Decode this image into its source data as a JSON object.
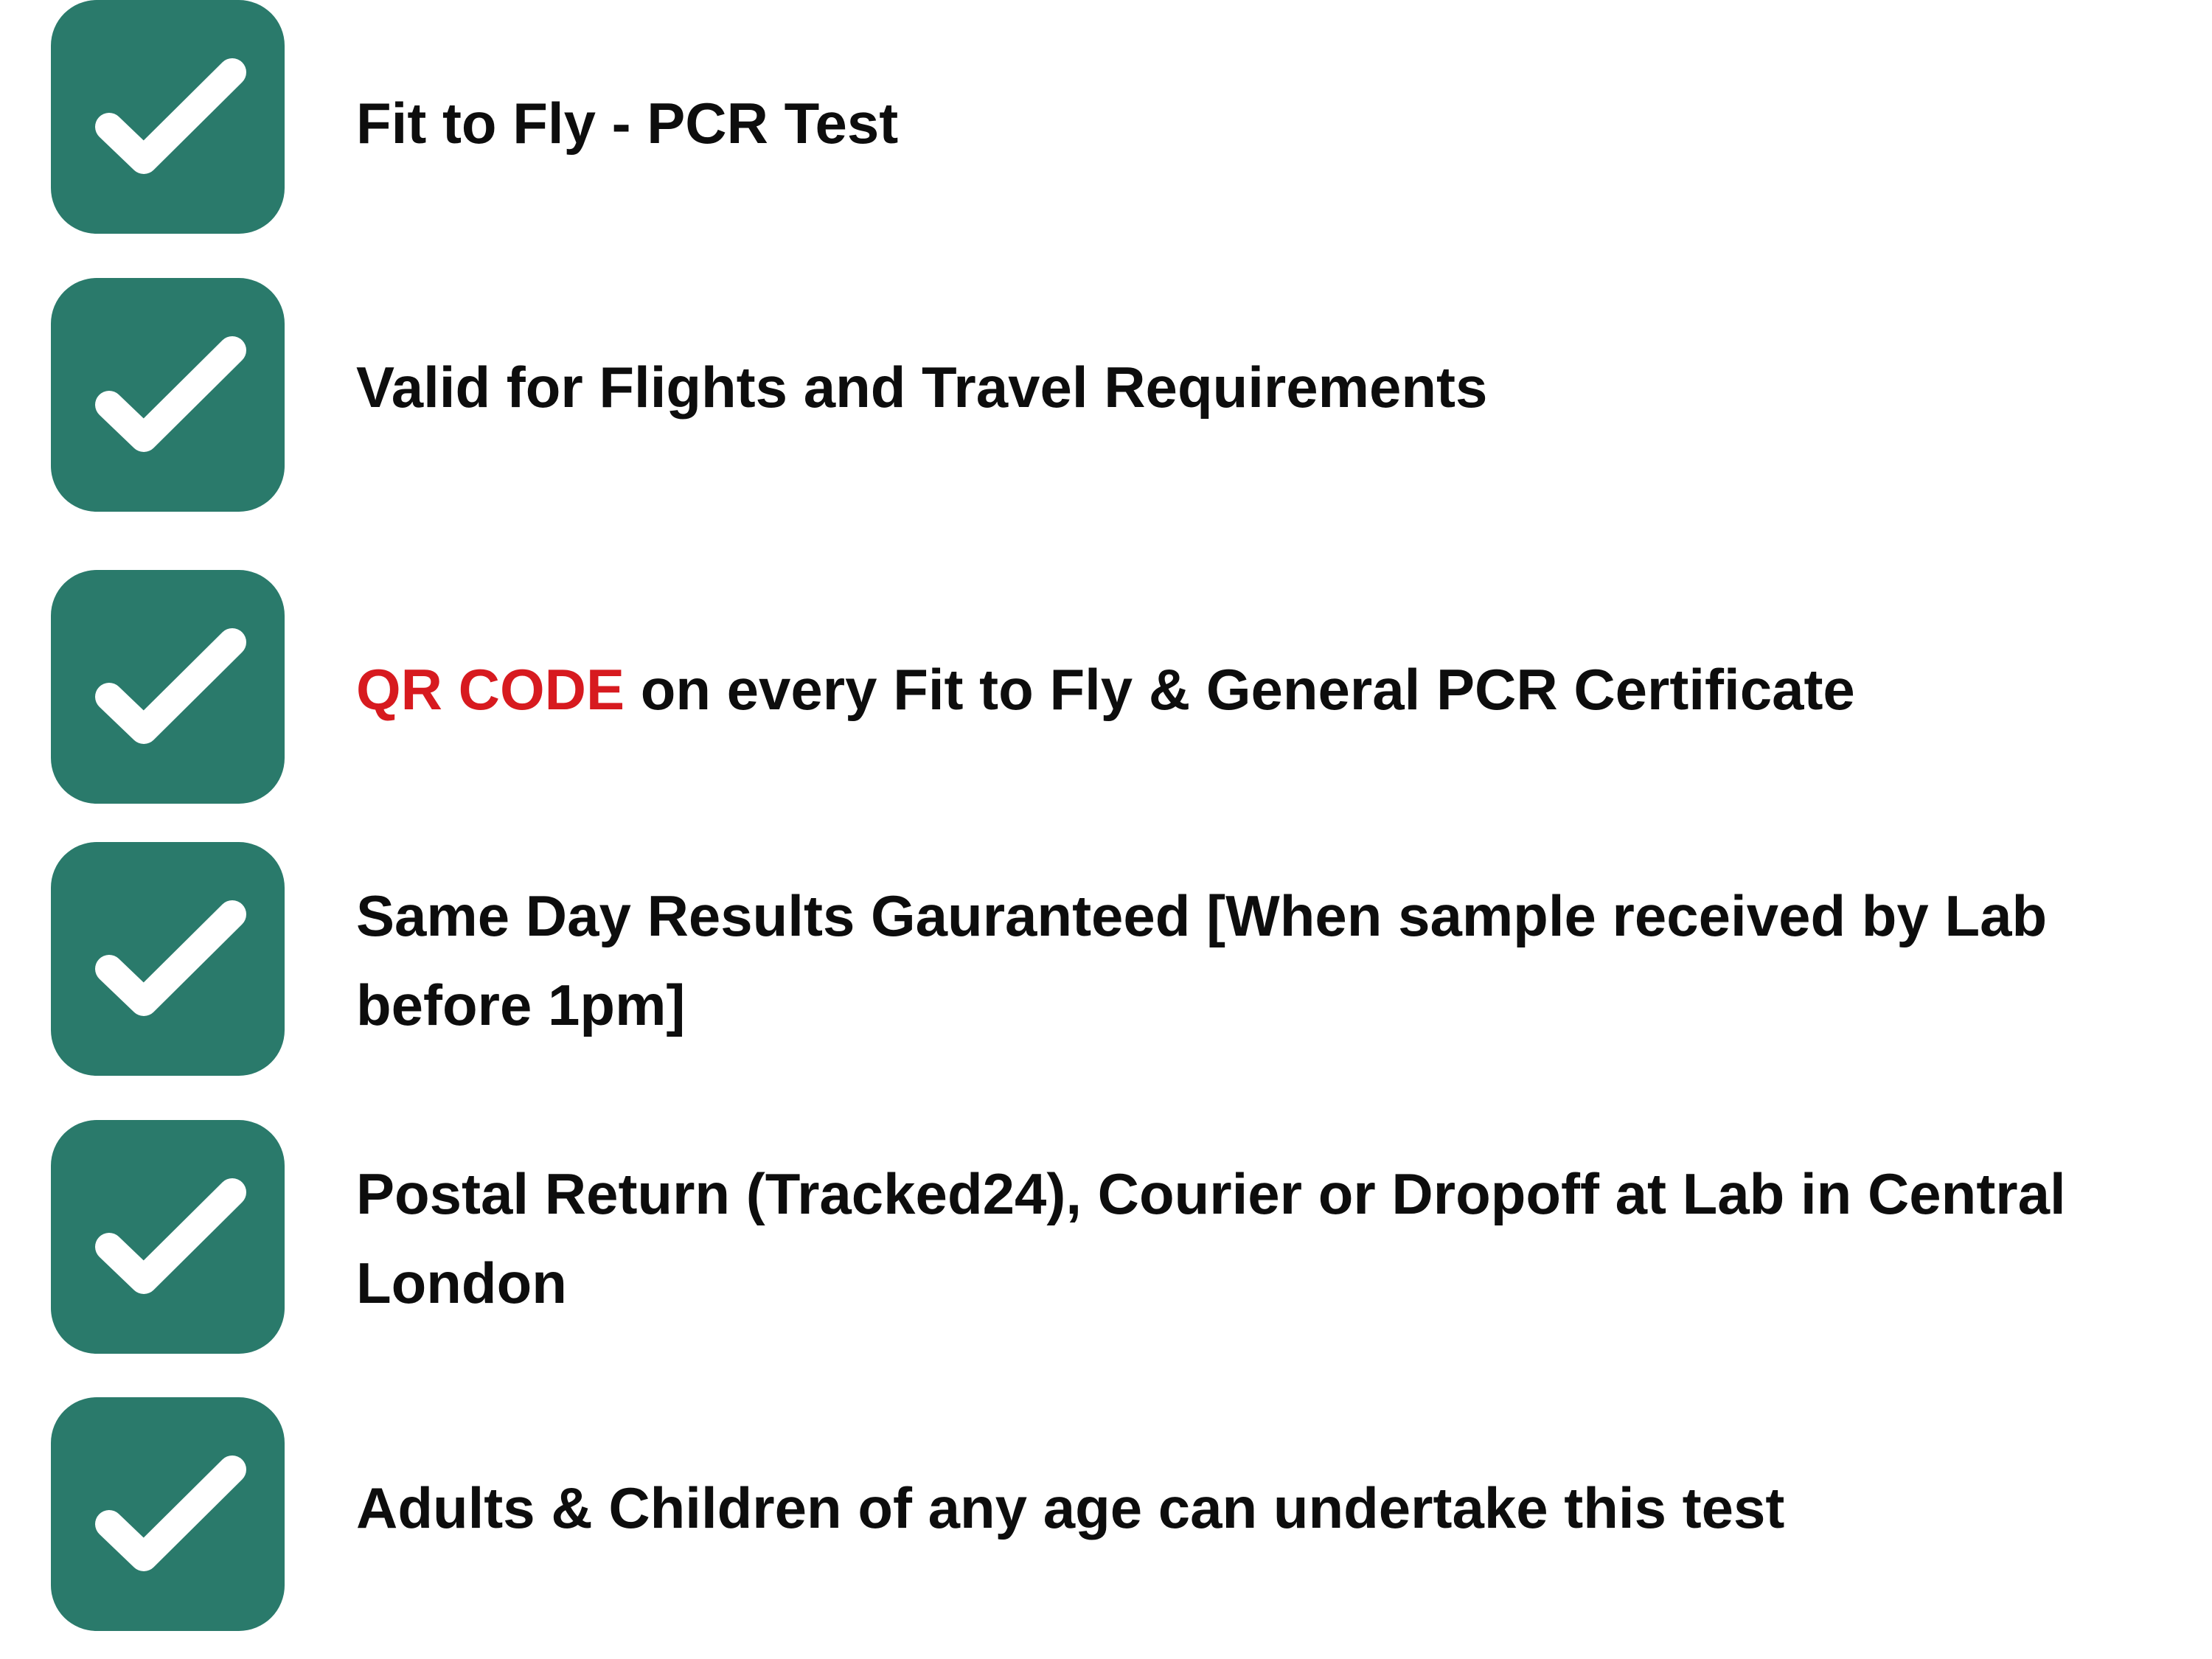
{
  "colors": {
    "accent": "#2a7a6b",
    "text": "#0d0d0d",
    "highlight": "#d71a1f"
  },
  "items": [
    {
      "icon": "checkmark-icon",
      "highlight": "",
      "text": "Fit to Fly - PCR Test",
      "text2": ""
    },
    {
      "icon": "checkmark-icon",
      "highlight": "",
      "text": "Valid for Flights and Travel Requirements",
      "text2": ""
    },
    {
      "icon": "checkmark-icon",
      "highlight": "QR CODE",
      "text": " on every Fit to Fly & General PCR Certificate",
      "text2": ""
    },
    {
      "icon": "checkmark-icon",
      "highlight": "",
      "text": "Same Day Results Gauranteed [When sample received by Lab",
      "text2": "before 1pm]"
    },
    {
      "icon": "checkmark-icon",
      "highlight": "",
      "text": "Postal Return (Tracked24), Courier or Dropoff at Lab in Central",
      "text2": "London"
    },
    {
      "icon": "checkmark-icon",
      "highlight": "",
      "text": "Adults & Children of any age can undertake this test",
      "text2": ""
    }
  ]
}
